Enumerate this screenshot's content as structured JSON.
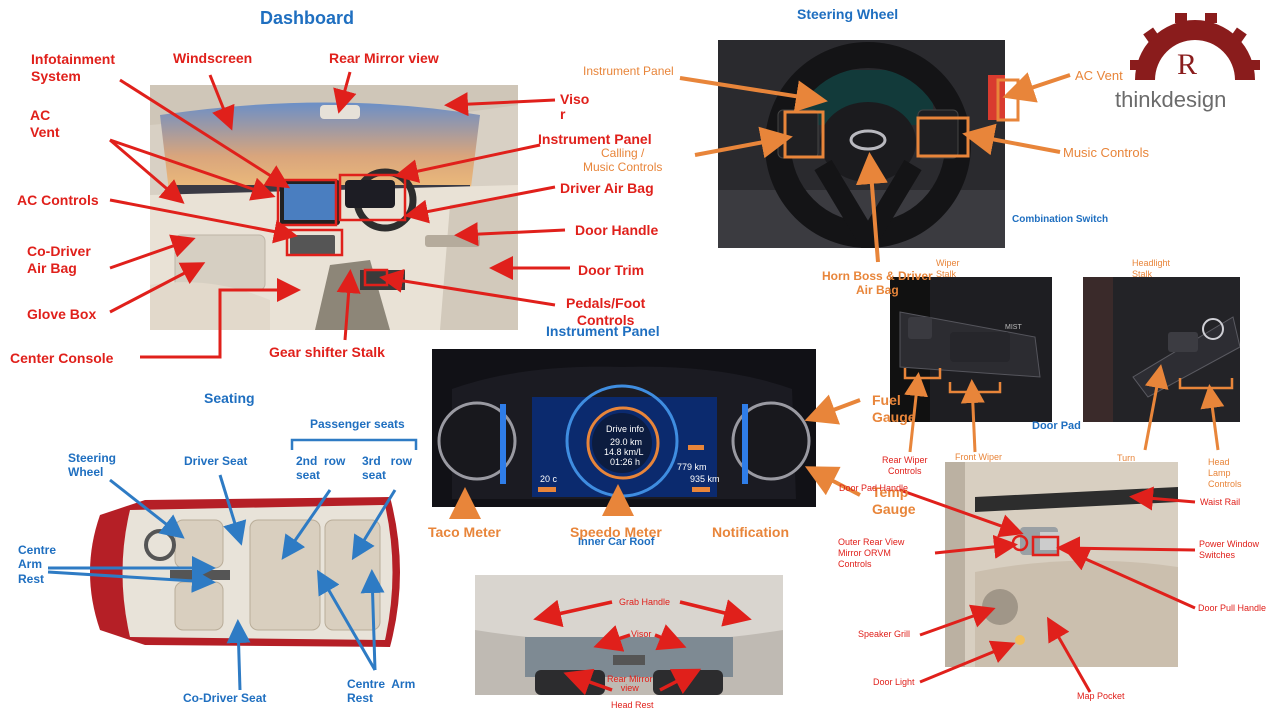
{
  "titles": {
    "dashboard": "Dashboard",
    "steering": "Steering Wheel",
    "instrument": "Instrument Panel",
    "seating": "Seating",
    "roof": "Inner Car Roof",
    "door": "Door Pad"
  },
  "dashboard": {
    "infotainment": "Infotainment\nSystem",
    "windscreen": "Windscreen",
    "rear_mirror": "Rear Mirror view",
    "ac_vent": "AC\nVent",
    "visor": "Viso\nr",
    "instrument_panel": "Instrument Panel",
    "ac_controls": "AC Controls",
    "driver_air_bag": "Driver Air Bag",
    "door_handle": "Door Handle",
    "co_driver_air_bag": "Co-Driver\nAir Bag",
    "door_trim": "Door Trim",
    "glove_box": "Glove Box",
    "pedals": "Pedals/Foot\nControls",
    "center_console": "Center Console",
    "gear_shifter": "Gear shifter Stalk"
  },
  "steering": {
    "instrument_panel": "Instrument Panel",
    "ac_vent": "AC Vent",
    "calling": "Calling /\nMusic Controls",
    "music_controls": "Music Controls",
    "combination_switch": "Combination Switch",
    "horn_boss": "Horn Boss & Driver\nAir Bag"
  },
  "combination": {
    "wiper_stalk": "Wiper\nStalk",
    "headlight_stalk": "Headlight\nStalk",
    "rear_wiper": "Rear Wiper\nControls",
    "front_wiper": "Front Wiper",
    "turn": "Turn",
    "head_lamp": "Head\nLamp\nControls"
  },
  "instrument": {
    "fuel_gauge": "Fuel\nGauge",
    "temp_gauge": "Temp\nGauge",
    "taco_meter": "Taco Meter",
    "speedo_meter": "Speedo Meter",
    "notification": "Notification",
    "drive_info": "Drive info",
    "readout_1": "29.0 km",
    "readout_2": "14.8 km/L",
    "readout_3": "01:26 h",
    "range": "779 km",
    "temp_read": "20 c",
    "odo": "935 km"
  },
  "seating": {
    "passenger_seats": "Passenger  seats",
    "steering_wheel": "Steering\nWheel",
    "driver_seat": "Driver  Seat",
    "row2": "2nd  row\nseat",
    "row3": "3rd   row\nseat",
    "centre_arm_rest_left": "Centre\nArm\nRest",
    "co_driver_seat": "Co-Driver  Seat",
    "centre_arm_rest_right": "Centre  Arm\nRest"
  },
  "roof": {
    "grab_handle": "Grab Handle",
    "visor": "Visor",
    "rear_mirror_view": "Rear Mirror\nview",
    "head_rest": "Head Rest"
  },
  "door": {
    "door_pad_handle": "Door Pad Handle",
    "waist_rail": "Waist Rail",
    "outer_mirror": "Outer Rear View\nMirror ORVM\nControls",
    "power_window": "Power Window\nSwitches",
    "door_pull_handle": "Door Pull Handle",
    "speaker_grill": "Speaker Grill",
    "door_light": "Door Light",
    "map_pocket": "Map Pocket"
  },
  "logo": {
    "monogram": "R",
    "wordmark": "thinkdesign"
  },
  "colors": {
    "red_label": "#e0201b",
    "blue_label": "#1f6fc0",
    "orange_label": "#e8853a",
    "arrow_red": "#e0201b",
    "arrow_orange": "#e8853a",
    "arrow_blue": "#2e7bc4",
    "logo_maroon": "#8a1c1c"
  }
}
